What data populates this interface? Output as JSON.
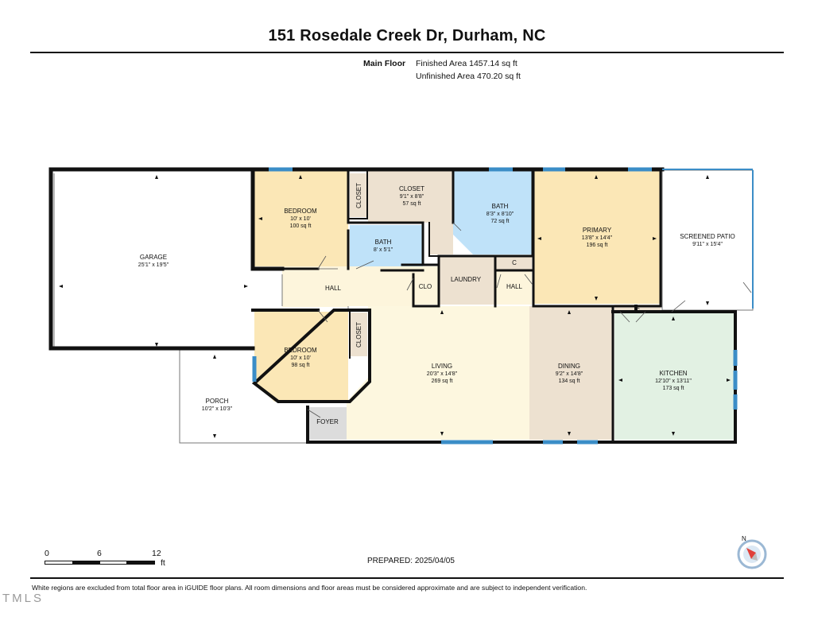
{
  "header": {
    "address": "151 Rosedale Creek Dr, Durham, NC"
  },
  "areas": {
    "floor_label": "Main Floor",
    "finished": "Finished Area 1457.14 sq ft",
    "unfinished": "Unfinished Area 470.20 sq ft"
  },
  "rooms": {
    "garage": {
      "name": "GARAGE",
      "dims": "25'1\" x 19'5\""
    },
    "bedroom1": {
      "name": "BEDROOM",
      "dims": "10' x 10'",
      "area": "100 sq ft"
    },
    "closet_v1": {
      "name": "CLOSET"
    },
    "closet_main": {
      "name": "CLOSET",
      "dims": "9'1\" x 8'8\"",
      "area": "57 sq ft"
    },
    "bath1": {
      "name": "BATH",
      "dims": "8'3\" x 8'10\"",
      "area": "72 sq ft"
    },
    "primary": {
      "name": "PRIMARY",
      "dims": "13'8\" x 14'4\"",
      "area": "196 sq ft"
    },
    "screened_patio": {
      "name": "SCREENED PATIO",
      "dims": "9'11\" x 15'4\""
    },
    "bath2": {
      "name": "BATH",
      "dims": "8' x 5'1\""
    },
    "hall1": {
      "name": "HALL"
    },
    "clo": {
      "name": "CLO"
    },
    "laundry": {
      "name": "LAUNDRY"
    },
    "c1": {
      "name": "C"
    },
    "hall2": {
      "name": "HALL"
    },
    "c2": {
      "name": "C"
    },
    "bedroom2": {
      "name": "BEDROOM",
      "dims": "10' x 10'",
      "area": "98 sq ft"
    },
    "closet_v2": {
      "name": "CLOSET"
    },
    "living": {
      "name": "LIVING",
      "dims": "20'3\" x 14'8\"",
      "area": "269 sq ft"
    },
    "dining": {
      "name": "DINING",
      "dims": "9'2\" x 14'8\"",
      "area": "134 sq ft"
    },
    "kitchen": {
      "name": "KITCHEN",
      "dims": "12'10\" x 13'11\"",
      "area": "173 sq ft"
    },
    "porch": {
      "name": "PORCH",
      "dims": "10'2\" x 10'3\""
    },
    "foyer": {
      "name": "FOYER"
    }
  },
  "colors": {
    "bedroom": "#fbe7b6",
    "closet": "#ede1d0",
    "bath": "#bfe2f9",
    "primary": "#fbe7b6",
    "living": "#fdf7df",
    "hall": "#fdf5dc",
    "dining": "#ede1d0",
    "kitchen": "#e2f1e3",
    "foyer": "#dcdcdc",
    "wall": "#111111",
    "window": "#3b8dc7"
  },
  "scale": {
    "t0": "0",
    "t6": "6",
    "t12": "12",
    "unit": "ft"
  },
  "compass": {
    "north": "N"
  },
  "footer": {
    "prepared": "PREPARED: 2025/04/05",
    "note": "White regions are excluded from total floor area in iGUIDE floor plans. All room dimensions and floor areas must be considered approximate and are subject to independent verification.",
    "mls": "TMLS"
  }
}
